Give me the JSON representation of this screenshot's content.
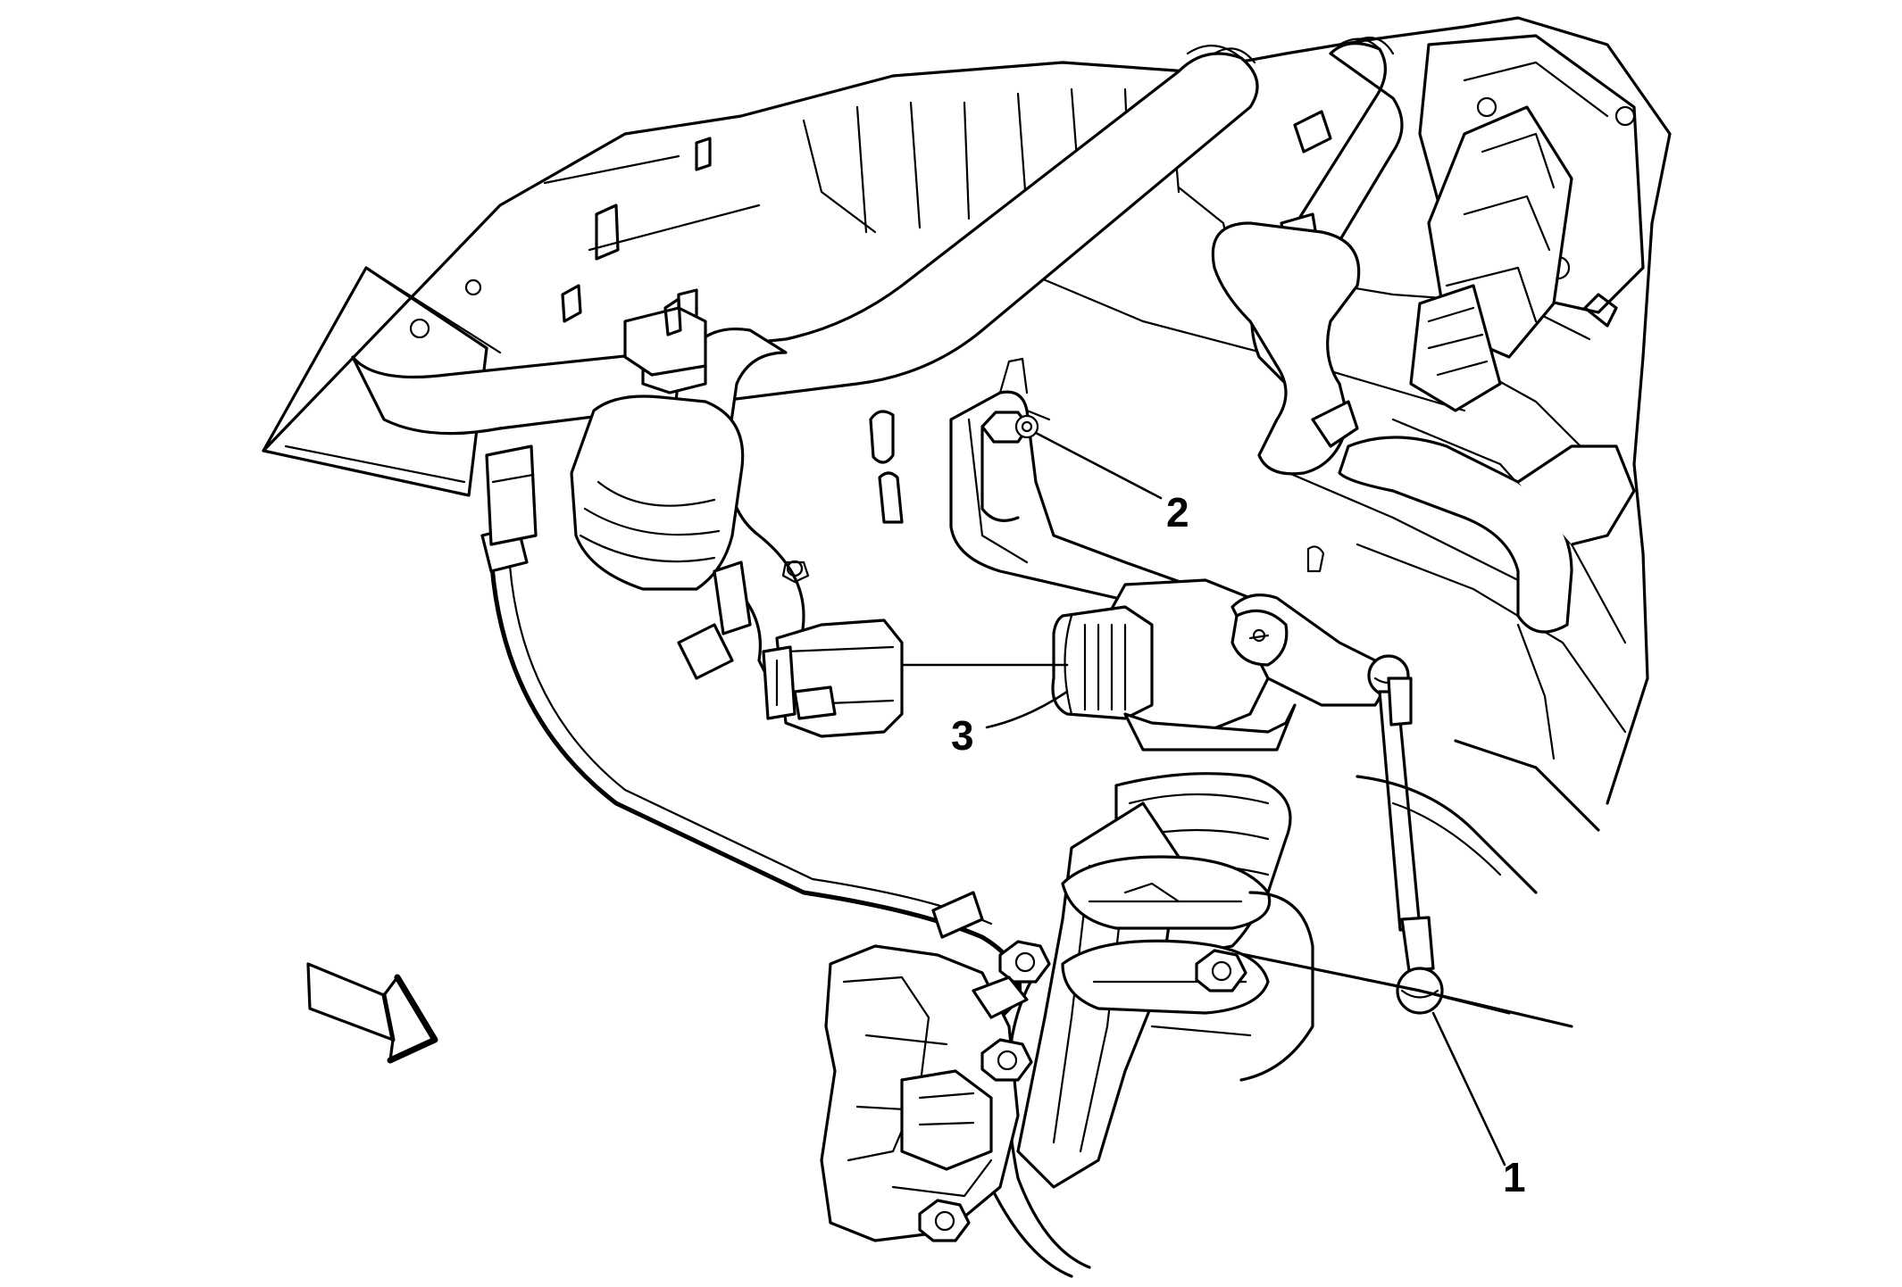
{
  "callouts": [
    {
      "id": "1",
      "label": "1"
    },
    {
      "id": "2",
      "label": "2"
    },
    {
      "id": "3",
      "label": "3"
    }
  ],
  "view_direction_arrow": "front-of-vehicle-arrow-icon"
}
